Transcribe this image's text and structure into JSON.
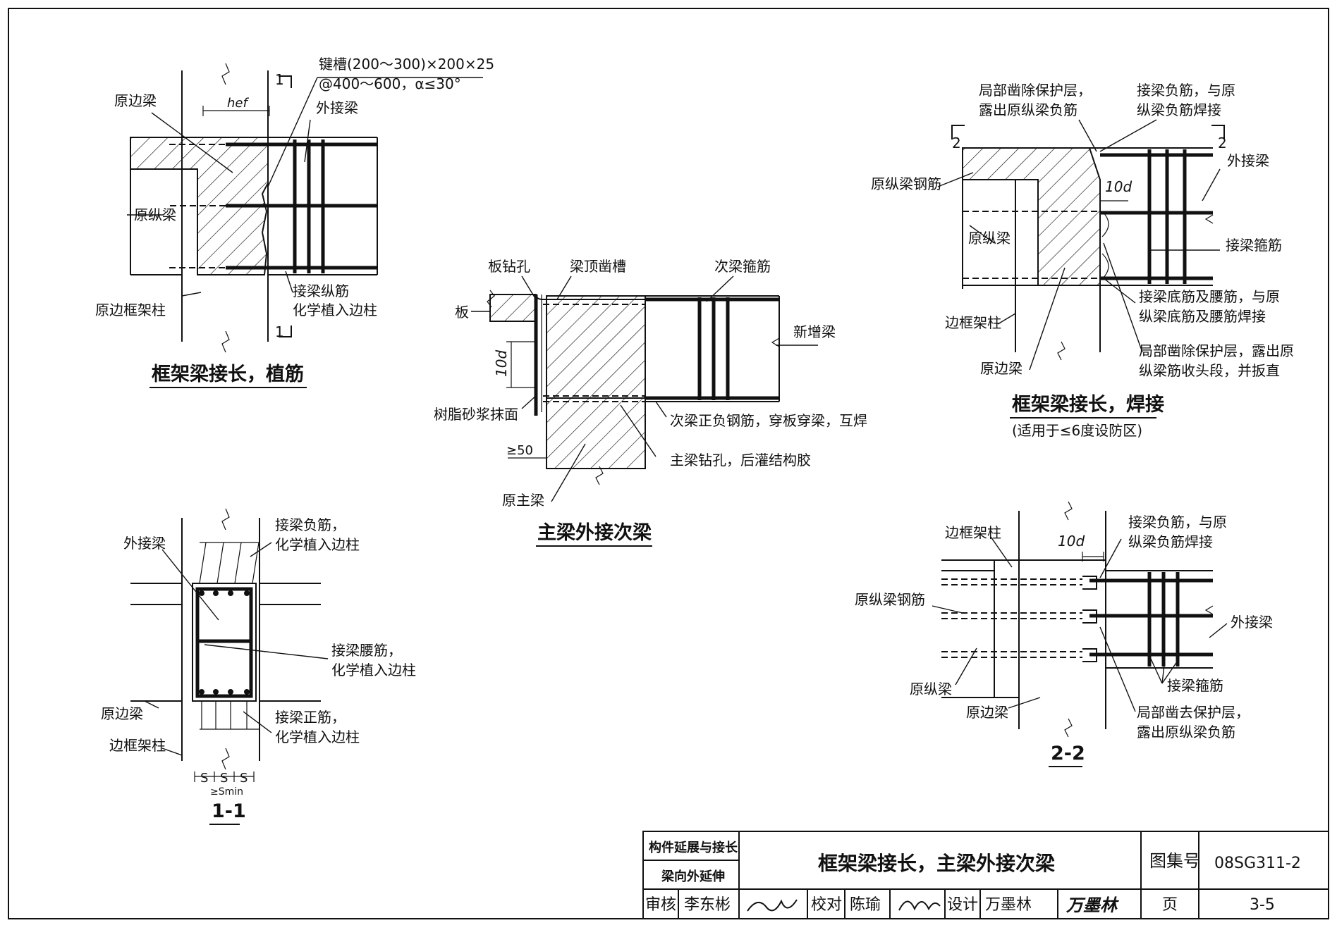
{
  "sheet": {
    "diagram_a": {
      "title": "框架梁接长，植筋",
      "labels": {
        "keyway_1": "键槽(200～300)×200×25",
        "keyway_2": "@400～600，α≤30°",
        "yuan_bian_liang": "原边梁",
        "wai_jie_liang": "外接梁",
        "yuan_zong_liang": "原纵梁",
        "jie_liang_zong_jin": "接梁纵筋",
        "hua_xue_zhi_ru": "化学植入边柱",
        "yuan_bian_kuang_jia_zhu": "原边框架柱",
        "hef": "hef",
        "cut_mark_top": "1",
        "cut_mark_bottom": "1"
      }
    },
    "diagram_b": {
      "title": "主梁外接次梁",
      "labels": {
        "ban_zuan_kong": "板钻孔",
        "liang_ding_zao_cao": "梁顶凿槽",
        "ci_liang_gu_jin": "次梁箍筋",
        "ban": "板",
        "xin_zeng_liang": "新增梁",
        "ten_d": "10d",
        "shu_zhi_sha_jiang": "树脂砂浆抹面",
        "ci_liang_zheng_fu": "次梁正负钢筋，穿板穿梁，互焊",
        "ge_50": "≥50",
        "zhu_liang_zuan_kong": "主梁钻孔，后灌结构胶",
        "yuan_zhu_liang": "原主梁"
      }
    },
    "diagram_c": {
      "title": "框架梁接长，焊接",
      "subtitle": "(适用于≤6度设防区)",
      "labels": {
        "ju_bu_1": "局部凿除保护层，",
        "ju_bu_2": "露出原纵梁负筋",
        "jie_liang_fu_1": "接梁负筋，与原",
        "jie_liang_fu_2": "纵梁负筋焊接",
        "cut_left": "2",
        "cut_right": "2",
        "yuan_zong_liang_gang_jin": "原纵梁钢筋",
        "ten_d": "10d",
        "wai_jie_liang": "外接梁",
        "yuan_zong_liang": "原纵梁",
        "jie_liang_gu_jin": "接梁箍筋",
        "di_jin_1": "接梁底筋及腰筋，与原",
        "di_jin_2": "纵梁底筋及腰筋焊接",
        "bian_kuang_jia_zhu": "边框架柱",
        "zao_chu_1": "局部凿除保护层，露出原",
        "zao_chu_2": "纵梁筋收头段，并扳直",
        "yuan_bian_liang": "原边梁"
      }
    },
    "diagram_d": {
      "title": "1-1",
      "labels": {
        "wai_jie_liang": "外接梁",
        "fu_jin_1": "接梁负筋，",
        "fu_jin_2": "化学植入边柱",
        "yao_jin_1": "接梁腰筋，",
        "yao_jin_2": "化学植入边柱",
        "yuan_bian_liang": "原边梁",
        "zheng_jin_1": "接梁正筋，",
        "zheng_jin_2": "化学植入边柱",
        "bian_kuang_jia_zhu": "边框架柱",
        "s1": "S",
        "s2": "S",
        "s3": "S",
        "smin": "≥Smin"
      }
    },
    "diagram_e": {
      "title": "2-2",
      "labels": {
        "bian_kuang_jia_zhu": "边框架柱",
        "ten_d": "10d",
        "fu_jin_1": "接梁负筋，与原",
        "fu_jin_2": "纵梁负筋焊接",
        "yuan_zong_liang_gang_jin": "原纵梁钢筋",
        "wai_jie_liang": "外接梁",
        "yuan_zong_liang": "原纵梁",
        "jie_liang_gu_jin": "接梁箍筋",
        "yuan_bian_liang": "原边梁",
        "zao_qu_1": "局部凿去保护层，",
        "zao_qu_2": "露出原纵梁负筋"
      }
    },
    "title_block": {
      "category_1": "构件延展与接长",
      "category_2": "梁向外延伸",
      "main_title": "框架梁接长，主梁外接次梁",
      "atlas_label": "图集号",
      "atlas_no": "08SG311-2",
      "review_label": "审核",
      "reviewer": "李东彬",
      "check_label": "校对",
      "checker": "陈瑜",
      "design_label": "设计",
      "designer": "万墨林",
      "page_label": "页",
      "page_no": "3-5"
    }
  }
}
